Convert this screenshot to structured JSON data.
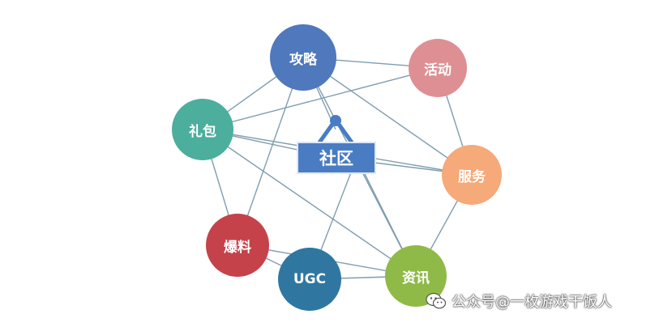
{
  "diagram": {
    "center": {
      "label": "社区",
      "color": "#4a7cc3"
    },
    "nodes": [
      {
        "id": "gonglue",
        "label": "攻略",
        "color": "#4f78bd"
      },
      {
        "id": "huodong",
        "label": "活动",
        "color": "#de8f93"
      },
      {
        "id": "libao",
        "label": "礼包",
        "color": "#4cae9c"
      },
      {
        "id": "fuwu",
        "label": "服务",
        "color": "#f6a979"
      },
      {
        "id": "baoliao",
        "label": "爆料",
        "color": "#c5424a"
      },
      {
        "id": "ugc",
        "label": "UGC",
        "color": "#2f77a0"
      },
      {
        "id": "zixun",
        "label": "资讯",
        "color": "#8fba47"
      }
    ],
    "edge_color": "#7f9db0"
  },
  "watermark": {
    "text": "公众号@一枚游戏干饭人"
  }
}
